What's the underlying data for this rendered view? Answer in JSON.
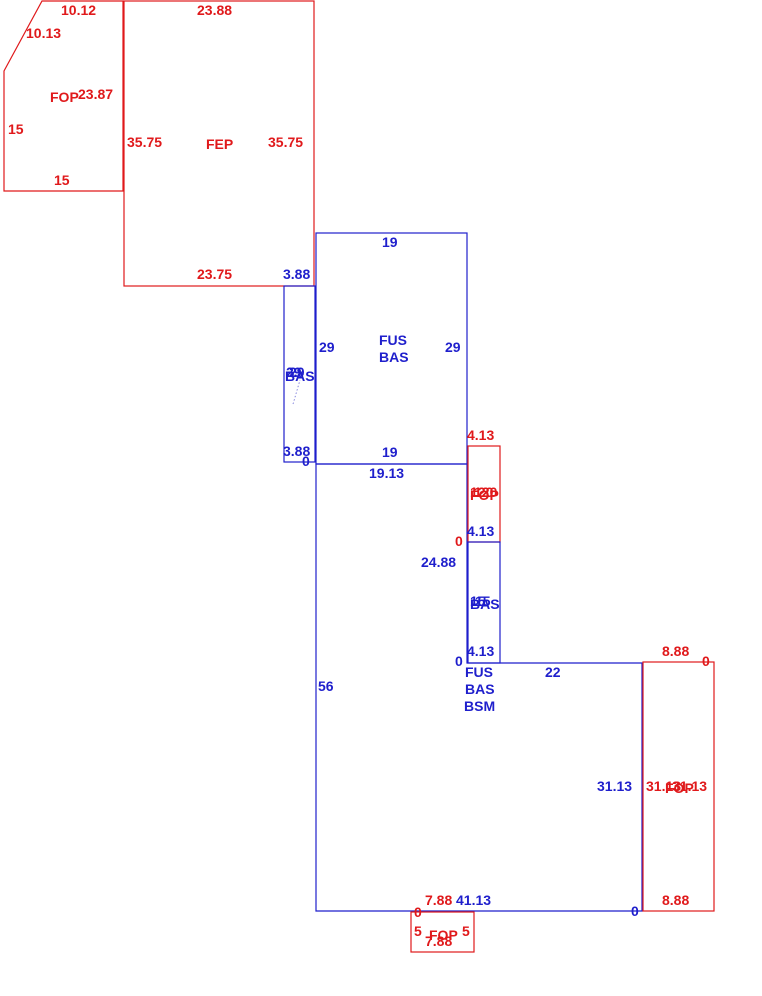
{
  "colors": {
    "red": "#e0191b",
    "blue": "#1f1fcc"
  },
  "labels": {
    "fop_top_10_12": "10.12",
    "fop_top_10_13": "10.13",
    "fop_top_name": "FOP",
    "fop_top_23_87": "23.87",
    "fop_top_15_left": "15",
    "fop_top_15_bottom": "15",
    "fep_top": "23.88",
    "fep_left": "35.75",
    "fep_name": "FEP",
    "fep_right": "35.75",
    "fep_bottom": "23.75",
    "bas_small_top": "3.88",
    "bas_small_a": "29",
    "bas_small_b": "29",
    "bas_small_name": "BAS",
    "bas_small_bottom": "3.88",
    "bas_small_zero": "0",
    "fus_top": "19",
    "fus_left": "29",
    "fus_right": "29",
    "fus_name_1": "FUS",
    "fus_name_2": "BAS",
    "fus_bottom": "19",
    "bsm_top": "19.13",
    "fop_mid_top": "4.13",
    "fop_mid_a": "120",
    "fop_mid_b": "120",
    "fop_mid_name": "FOP",
    "fop_mid_bottom": "4.13",
    "fop_mid_zero": "0",
    "bas_mid_left_dim": "24.88",
    "bas_mid_a": "15",
    "bas_mid_b": "15",
    "bas_mid_name": "BAS",
    "bas_mid_bottom": "4.13",
    "bas_mid_zero": "0",
    "bsm_name_1": "FUS",
    "bsm_name_2": "BAS",
    "bsm_name_3": "BSM",
    "bsm_ledge": "22",
    "bsm_left": "56",
    "bsm_right": "31.13",
    "bsm_bottom": "41.13",
    "bsm_zero": "0",
    "fop_right_top": "8.88",
    "fop_right_zero": "0",
    "fop_right_a": "31.13",
    "fop_right_b": "31.13",
    "fop_right_name": "FOP",
    "fop_right_bottom": "8.88",
    "fop_bot_zero": "0",
    "fop_bot_top": "7.88",
    "fop_bot_left": "5",
    "fop_bot_name": "FOP",
    "fop_bot_right": "5",
    "fop_bot_bottom": "7.88"
  }
}
